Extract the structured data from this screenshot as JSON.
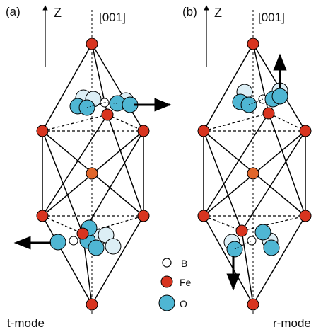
{
  "panels": [
    {
      "tag": "(a)",
      "axis": "Z",
      "direction": "[001]",
      "mode": "t-mode"
    },
    {
      "tag": "(b)",
      "axis": "Z",
      "direction": "[001]",
      "mode": "r-mode"
    }
  ],
  "legend": [
    {
      "symbol": "B",
      "color": "#ffffff"
    },
    {
      "symbol": "Fe",
      "color": "#d8341f"
    },
    {
      "symbol": "O",
      "color": "#4fb6d3"
    }
  ],
  "colors": {
    "fe": "#d8341f",
    "o": "#4fb6d3",
    "o_back": "#dceef5",
    "b": "#ffffff",
    "line": "#000000"
  }
}
